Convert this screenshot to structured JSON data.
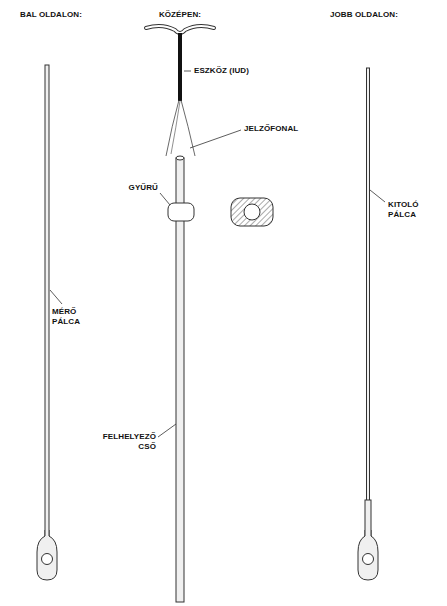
{
  "diagram": {
    "labels": [
      "BAL OLDALON:",
      "KÖZÉPEN:",
      "JOBB OLDALON:",
      "ESZKÖZ (IUD)",
      "JELZŐFONAL",
      "MÉRŐ PÁLCA",
      "GYŰRŰ",
      "FELHELYEZŐ CSŐ",
      "KITOLÓ PÁLCA"
    ]
  }
}
